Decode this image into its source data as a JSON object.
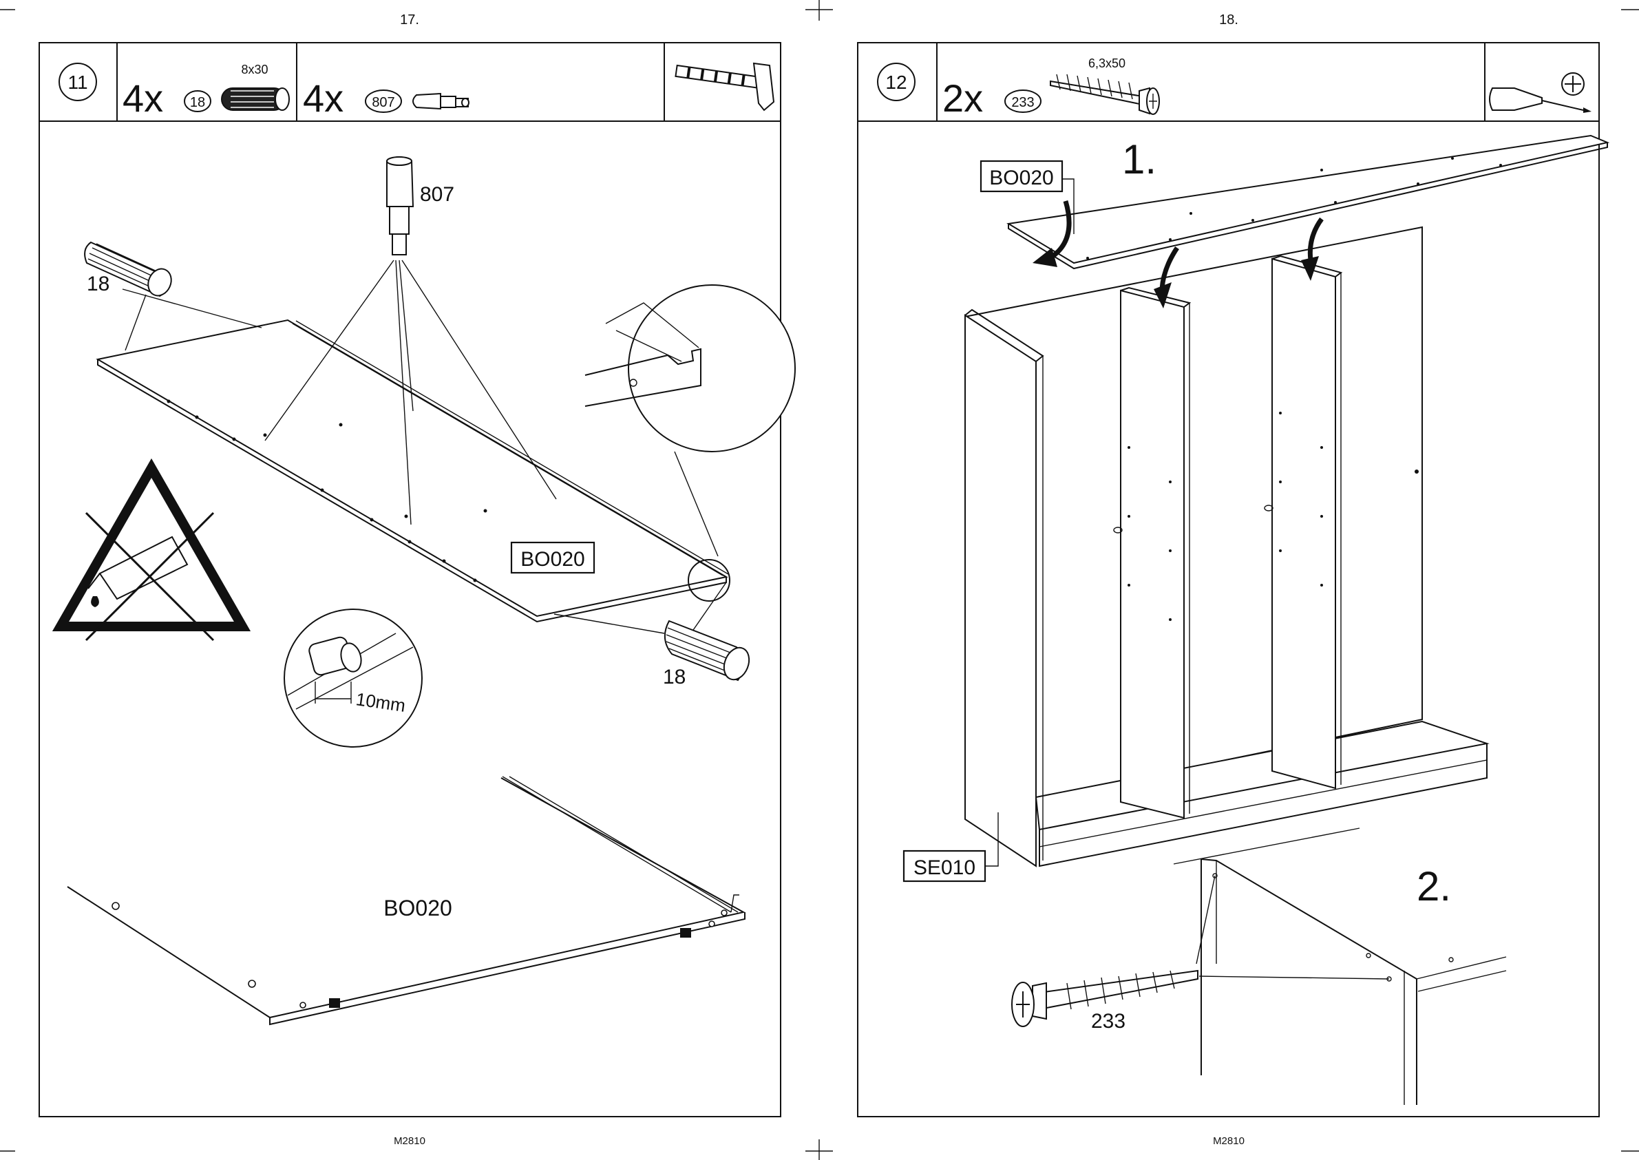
{
  "pages": [
    {
      "page_number": "17.",
      "footer_code": "M2810",
      "step": {
        "number": "11",
        "parts": [
          {
            "quantity": "4x",
            "part_id": "18",
            "size": "8x30",
            "icon": "wooden-dowel-icon"
          },
          {
            "quantity": "4x",
            "part_id": "807",
            "size": "",
            "icon": "connector-pin-icon"
          }
        ],
        "tool_icon": "hammer-icon"
      },
      "callouts": {
        "pin_label": "807",
        "dowel_label_top": "18",
        "dowel_label_bottom": "18",
        "panel_label": "BO020",
        "depth_measure": "10mm",
        "bottom_panel_label": "BO020"
      },
      "warning_icon": "no-glue-warning-icon"
    },
    {
      "page_number": "18.",
      "footer_code": "M2810",
      "step": {
        "number": "12",
        "parts": [
          {
            "quantity": "2x",
            "part_id": "233",
            "size": "6,3x50",
            "icon": "screw-icon"
          }
        ],
        "tool_icon": "phillips-screwdriver-icon"
      },
      "callouts": {
        "substep_1": "1.",
        "substep_2": "2.",
        "top_panel_label": "BO020",
        "side_panel_label": "SE010",
        "screw_label": "233"
      }
    }
  ]
}
